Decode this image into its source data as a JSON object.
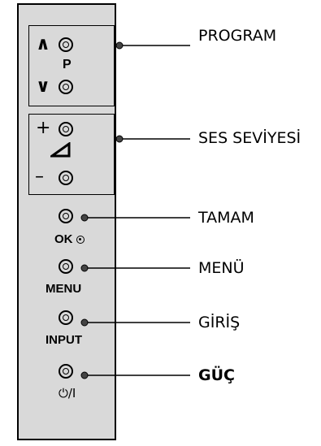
{
  "panel": {
    "program_group": {
      "up_symbol": "∧",
      "label": "P",
      "down_symbol": "∨"
    },
    "volume_group": {
      "plus_symbol": "+",
      "minus_symbol": "–"
    },
    "ok_label": "OK",
    "menu_label": "MENU",
    "input_label": "INPUT",
    "power_label": "⏻/I"
  },
  "callouts": {
    "program": "PROGRAM",
    "volume": "SES SEVİYESİ",
    "ok": "TAMAM",
    "menu": "MENÜ",
    "input": "GİRİŞ",
    "power": "GÜÇ"
  }
}
